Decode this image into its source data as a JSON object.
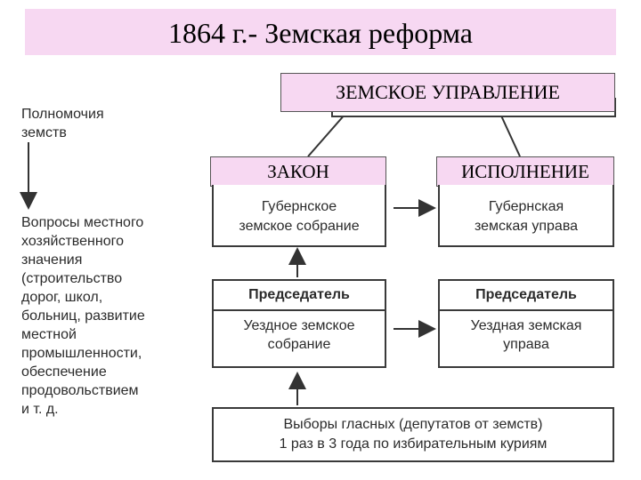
{
  "title": "1864 г.- Земская реформа",
  "top_box": "ЗЕМСКОЕ УПРАВЛЕНИЕ",
  "law_label": "ЗАКОН",
  "exec_label": "ИСПОЛНЕНИЕ",
  "powers_label": "Полномочия\nземств",
  "issues_text": "Вопросы местного\nхозяйственного\nзначения\n(строительство\nдорог, школ,\nбольниц, развитие\nместной\nпромышленности,\nобеспечение\nпродовольствием\nи т. д.",
  "gub_assembly": "Губернское\nземское собрание",
  "gub_board": "Губернская\nземская управа",
  "chair_left": "Председатель",
  "chair_right": "Председатель",
  "uezd_assembly": "Уездное земское\nсобрание",
  "uezd_board": "Уездная земская\nуправа",
  "elections": "Выборы гласных (депутатов от земств)\n1 раз в 3 года по избирательным куриям"
}
